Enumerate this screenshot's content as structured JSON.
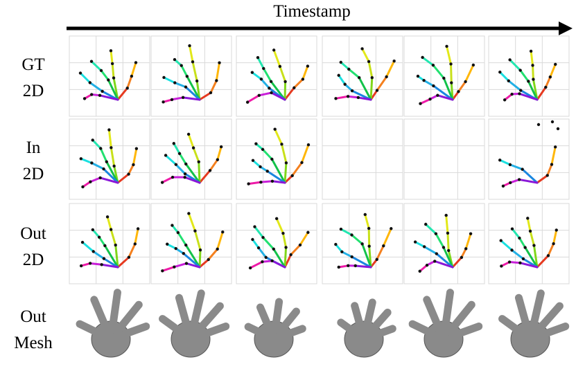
{
  "header": {
    "title": "Timestamp"
  },
  "rows": [
    {
      "line1": "GT",
      "line2": "2D"
    },
    {
      "line1": "In",
      "line2": "2D"
    },
    {
      "line1": "Out",
      "line2": "2D"
    },
    {
      "line1": "Out",
      "line2": "Mesh"
    }
  ],
  "colors": {
    "thumb": [
      "#e63a20",
      "#f4801e",
      "#ffb70a"
    ],
    "index": [
      "#80d61a",
      "#c8e01a",
      "#e2e81a"
    ],
    "middle": [
      "#13c24a",
      "#22e070",
      "#22e6b0"
    ],
    "ring": [
      "#1a86e0",
      "#22b0e6",
      "#1ae0e0"
    ],
    "pinky": [
      "#8a18d8",
      "#c81ed8",
      "#ee1aa8"
    ],
    "grid": "#d9d9d9",
    "mesh": "#8a8a8a"
  },
  "icons": {
    "timeline": "right-arrow-icon"
  }
}
